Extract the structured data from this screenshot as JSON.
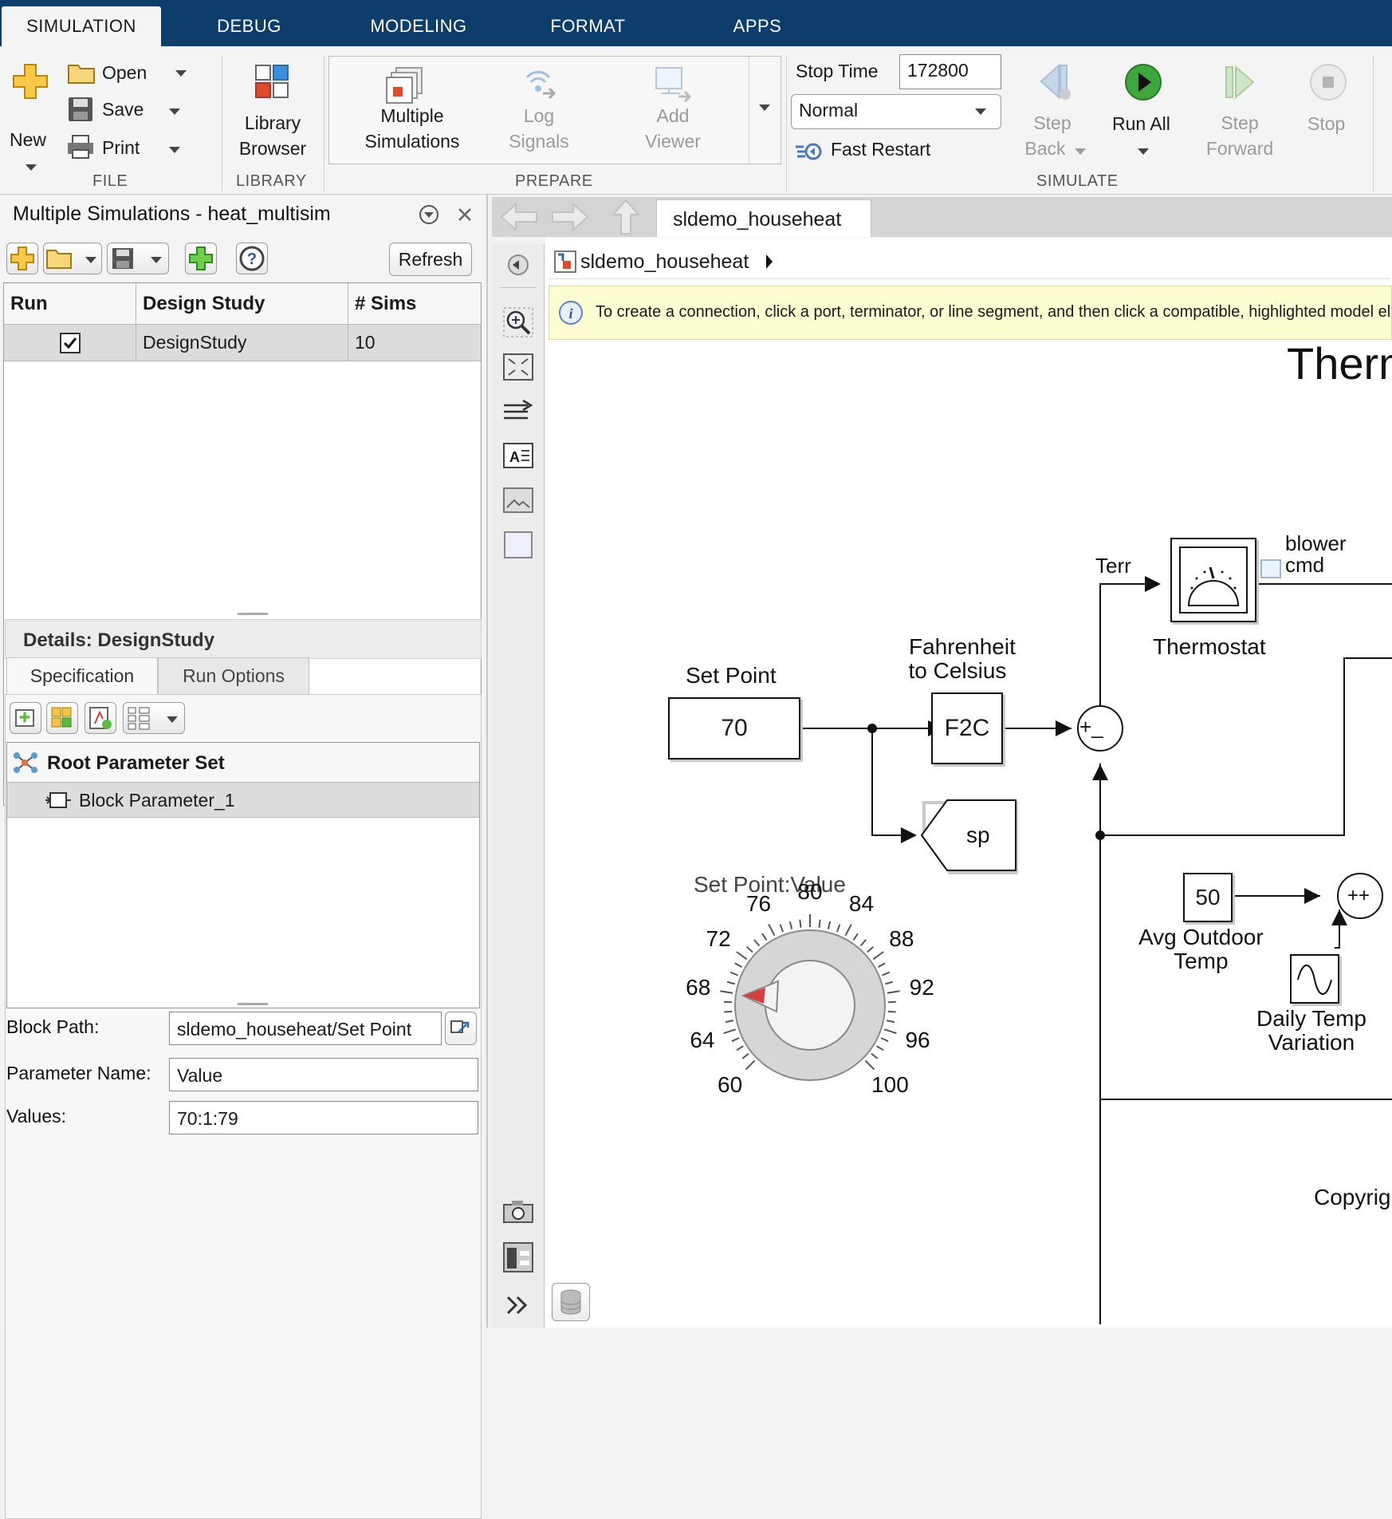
{
  "tabs": [
    "SIMULATION",
    "DEBUG",
    "MODELING",
    "FORMAT",
    "APPS"
  ],
  "ribbon": {
    "file": {
      "new": "New",
      "open": "Open",
      "save": "Save",
      "print": "Print",
      "group": "FILE"
    },
    "library": {
      "line1": "Library",
      "line2": "Browser",
      "group": "LIBRARY"
    },
    "prepare": {
      "multi1": "Multiple",
      "multi2": "Simulations",
      "log1": "Log",
      "log2": "Signals",
      "add1": "Add",
      "add2": "Viewer",
      "group": "PREPARE"
    },
    "simulate": {
      "stop_time_label": "Stop Time",
      "stop_time_value": "172800",
      "mode": "Normal",
      "fast_restart": "Fast Restart",
      "step_back1": "Step",
      "step_back2": "Back",
      "run_all": "Run All",
      "step_fwd1": "Step",
      "step_fwd2": "Forward",
      "stop": "Stop",
      "group": "SIMULATE"
    }
  },
  "panel": {
    "title": "Multiple Simulations - heat_multisim",
    "refresh": "Refresh",
    "columns": [
      "Run",
      "Design Study",
      "# Sims"
    ],
    "rows": [
      {
        "study": "DesignStudy",
        "sims": "10"
      }
    ],
    "details_title": "Details: DesignStudy",
    "subtabs": [
      "Specification",
      "Run Options"
    ],
    "tree_root": "Root Parameter Set",
    "tree_child": "Block Parameter_1",
    "fields": {
      "block_path_label": "Block Path:",
      "block_path_value": "sldemo_househeat/Set Point",
      "param_name_label": "Parameter Name:",
      "param_name_value": "Value",
      "values_label": "Values:",
      "values_value": "70:1:79"
    }
  },
  "editor": {
    "tab": "sldemo_househeat",
    "breadcrumb": "sldemo_househeat",
    "info": "To create a connection, click a port, terminator, or line segment, and then click a compatible, highlighted model ele"
  },
  "diagram": {
    "title": "Therm",
    "set_point_label": "Set Point",
    "set_point_value": "70",
    "f2c_label1": "Fahrenheit",
    "f2c_label2": "to Celsius",
    "f2c": "F2C",
    "sp": "sp",
    "terr": "Terr",
    "thermostat": "Thermostat",
    "blower1": "blower",
    "blower2": "cmd",
    "knob_title": "Set Point:Value",
    "knob_ticks": [
      "60",
      "64",
      "68",
      "72",
      "76",
      "80",
      "84",
      "88",
      "92",
      "96",
      "100"
    ],
    "avg_value": "50",
    "avg1": "Avg Outdoor",
    "avg2": "Temp",
    "daily1": "Daily Temp",
    "daily2": "Variation",
    "copyright": "Copyrig",
    "sum1_signs": "+_",
    "sum2_signs": "++"
  },
  "colors": {
    "tabbar": "#0d3d6b",
    "accent_green": "#3da63d",
    "info_bg": "#fdfdd2"
  }
}
